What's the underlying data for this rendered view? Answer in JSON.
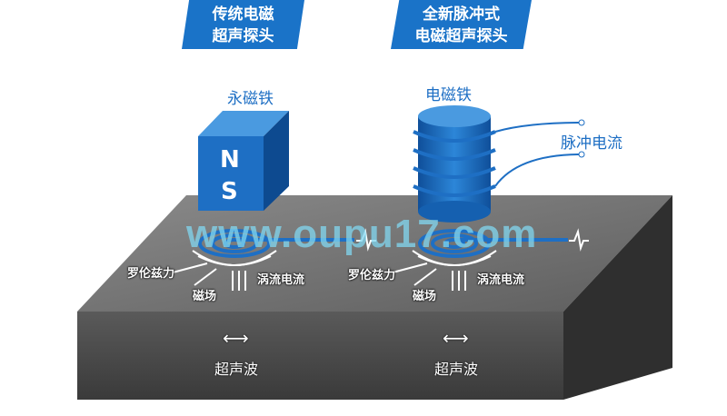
{
  "titles": {
    "left": [
      "传统电磁",
      "超声探头"
    ],
    "right": [
      "全新脉冲式",
      "电磁超声探头"
    ]
  },
  "labels": {
    "permanent_magnet": "永磁铁",
    "electromagnet": "电磁铁",
    "pulse_current": "脉冲电流",
    "north": "N",
    "south": "S",
    "lorentz": "罗伦兹力",
    "magnetic_field": "磁场",
    "eddy": "涡流电流",
    "ultrasound": "超声波",
    "arrows": "⟷"
  },
  "watermark": "www.oupu17.com",
  "colors": {
    "banner": "#1a73c8",
    "coil": "#1e6fc4",
    "block": "#6b6b6b"
  }
}
